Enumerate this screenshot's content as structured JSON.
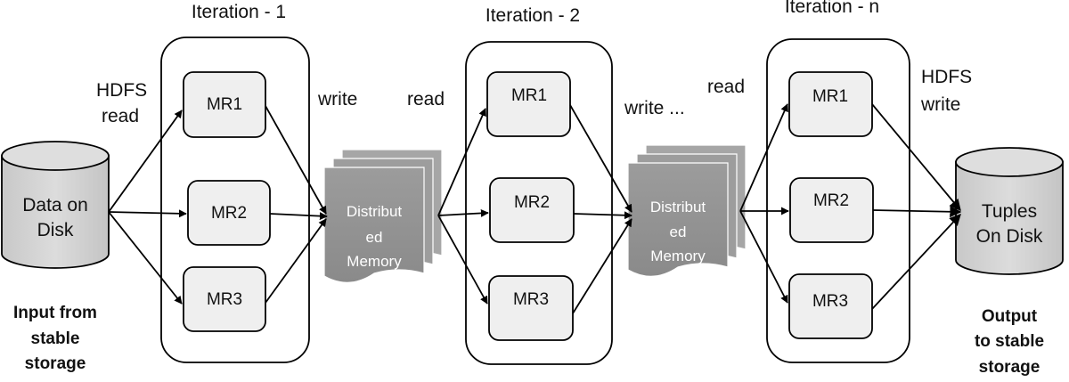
{
  "iterations": [
    {
      "title": "Iteration - 1",
      "nodes": [
        "MR1",
        "MR2",
        "MR3"
      ]
    },
    {
      "title": "Iteration - 2",
      "nodes": [
        "MR1",
        "MR2",
        "MR3"
      ]
    },
    {
      "title": "Iteration - n",
      "nodes": [
        "MR1",
        "MR2",
        "MR3"
      ]
    }
  ],
  "source": {
    "label_lines": [
      "Data on",
      "Disk"
    ],
    "caption_lines": [
      "Input from",
      "stable",
      "storage"
    ]
  },
  "sink": {
    "label_lines": [
      "Tuples",
      "On Disk"
    ],
    "caption_lines": [
      "Output",
      "to stable",
      "storage"
    ]
  },
  "memories": [
    {
      "label_lines": [
        "Distribut",
        "ed",
        "Memory"
      ]
    },
    {
      "label_lines": [
        "Distribut",
        "ed",
        "Memory"
      ]
    }
  ],
  "edge_labels": {
    "hdfs_read": [
      "HDFS",
      "read"
    ],
    "write_1": "write",
    "read_2": "read",
    "write_2": "write ...",
    "read_n": "read",
    "hdfs_write": [
      "HDFS",
      "write"
    ]
  },
  "colors": {
    "cylinder_fill": "#d4d4d4",
    "memory_fill": "#9a9a9a",
    "node_fill": "#efefef"
  }
}
